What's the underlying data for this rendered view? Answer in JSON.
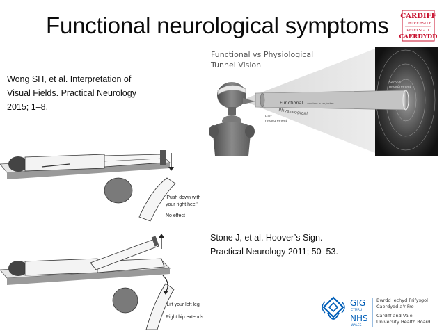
{
  "slide": {
    "title": "Functional neurological symptoms",
    "citation_top": {
      "line1": "Wong SH, et al. Interpretation of",
      "line2": "Visual Fields. Practical Neurology",
      "line3": "2015; 1–8."
    },
    "citation_bottom": {
      "line1": "Stone J, et al. Hoover’s Sign.",
      "line2": "Practical Neurology 2011; 50–53."
    }
  },
  "logo_cardiff": {
    "line1": "CARDIFF",
    "line2": "UNIVERSITY",
    "line3": "PRIFYSGOL",
    "line4": "CAERDYDD",
    "color": "#c8102e"
  },
  "tunnel_figure": {
    "title_line1": "Functional vs Physiological",
    "title_line2": "Tunnel Vision",
    "label_functional": "Functional",
    "label_functional_note": "- constant in cm/inches",
    "label_physiological": "Physiological",
    "label_first": "First",
    "label_first2": "measurement",
    "label_second": "Second",
    "label_second2": "measurement"
  },
  "hoover_figure": {
    "label_push1": "'Push down with",
    "label_push2": "your right heel'",
    "label_no_effect": "No effect",
    "label_lift": "'Lift your left leg'",
    "label_hip": "Right hip extends"
  },
  "logo_nhs": {
    "gig": "GIG",
    "cymru": "CYMRU",
    "nhs": "NHS",
    "wales": "WALES",
    "welsh_line1": "Bwrdd Iechyd Prifysgol",
    "welsh_line2": "Caerdydd a'r Fro",
    "english_line1": "Cardiff and Vale",
    "english_line2": "University Health Board",
    "color": "#005eb8"
  }
}
